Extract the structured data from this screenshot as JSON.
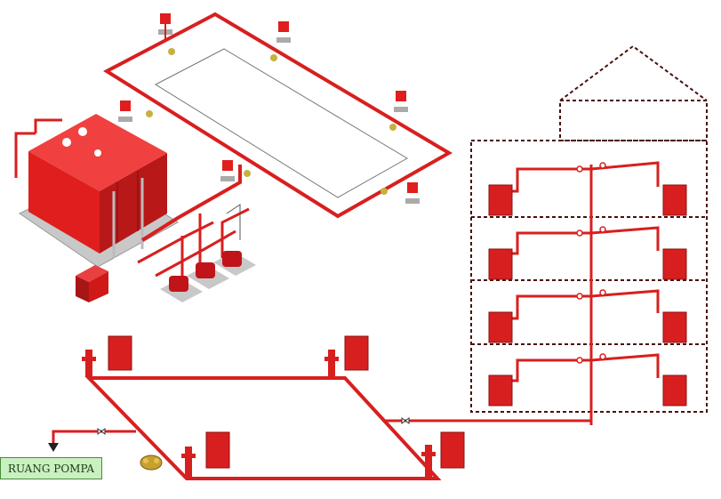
{
  "colors": {
    "pipe": "#d81f1f",
    "equipment": "#e01e1e",
    "equipment_dark": "#a81515",
    "dashed": "#4a1010",
    "base": "#c8c8c8",
    "label_bg": "#c9f0c0"
  },
  "labels": {
    "pump_room": "RUANG POMPA"
  },
  "building": {
    "floors": 4,
    "cabinets_per_floor": 2
  }
}
